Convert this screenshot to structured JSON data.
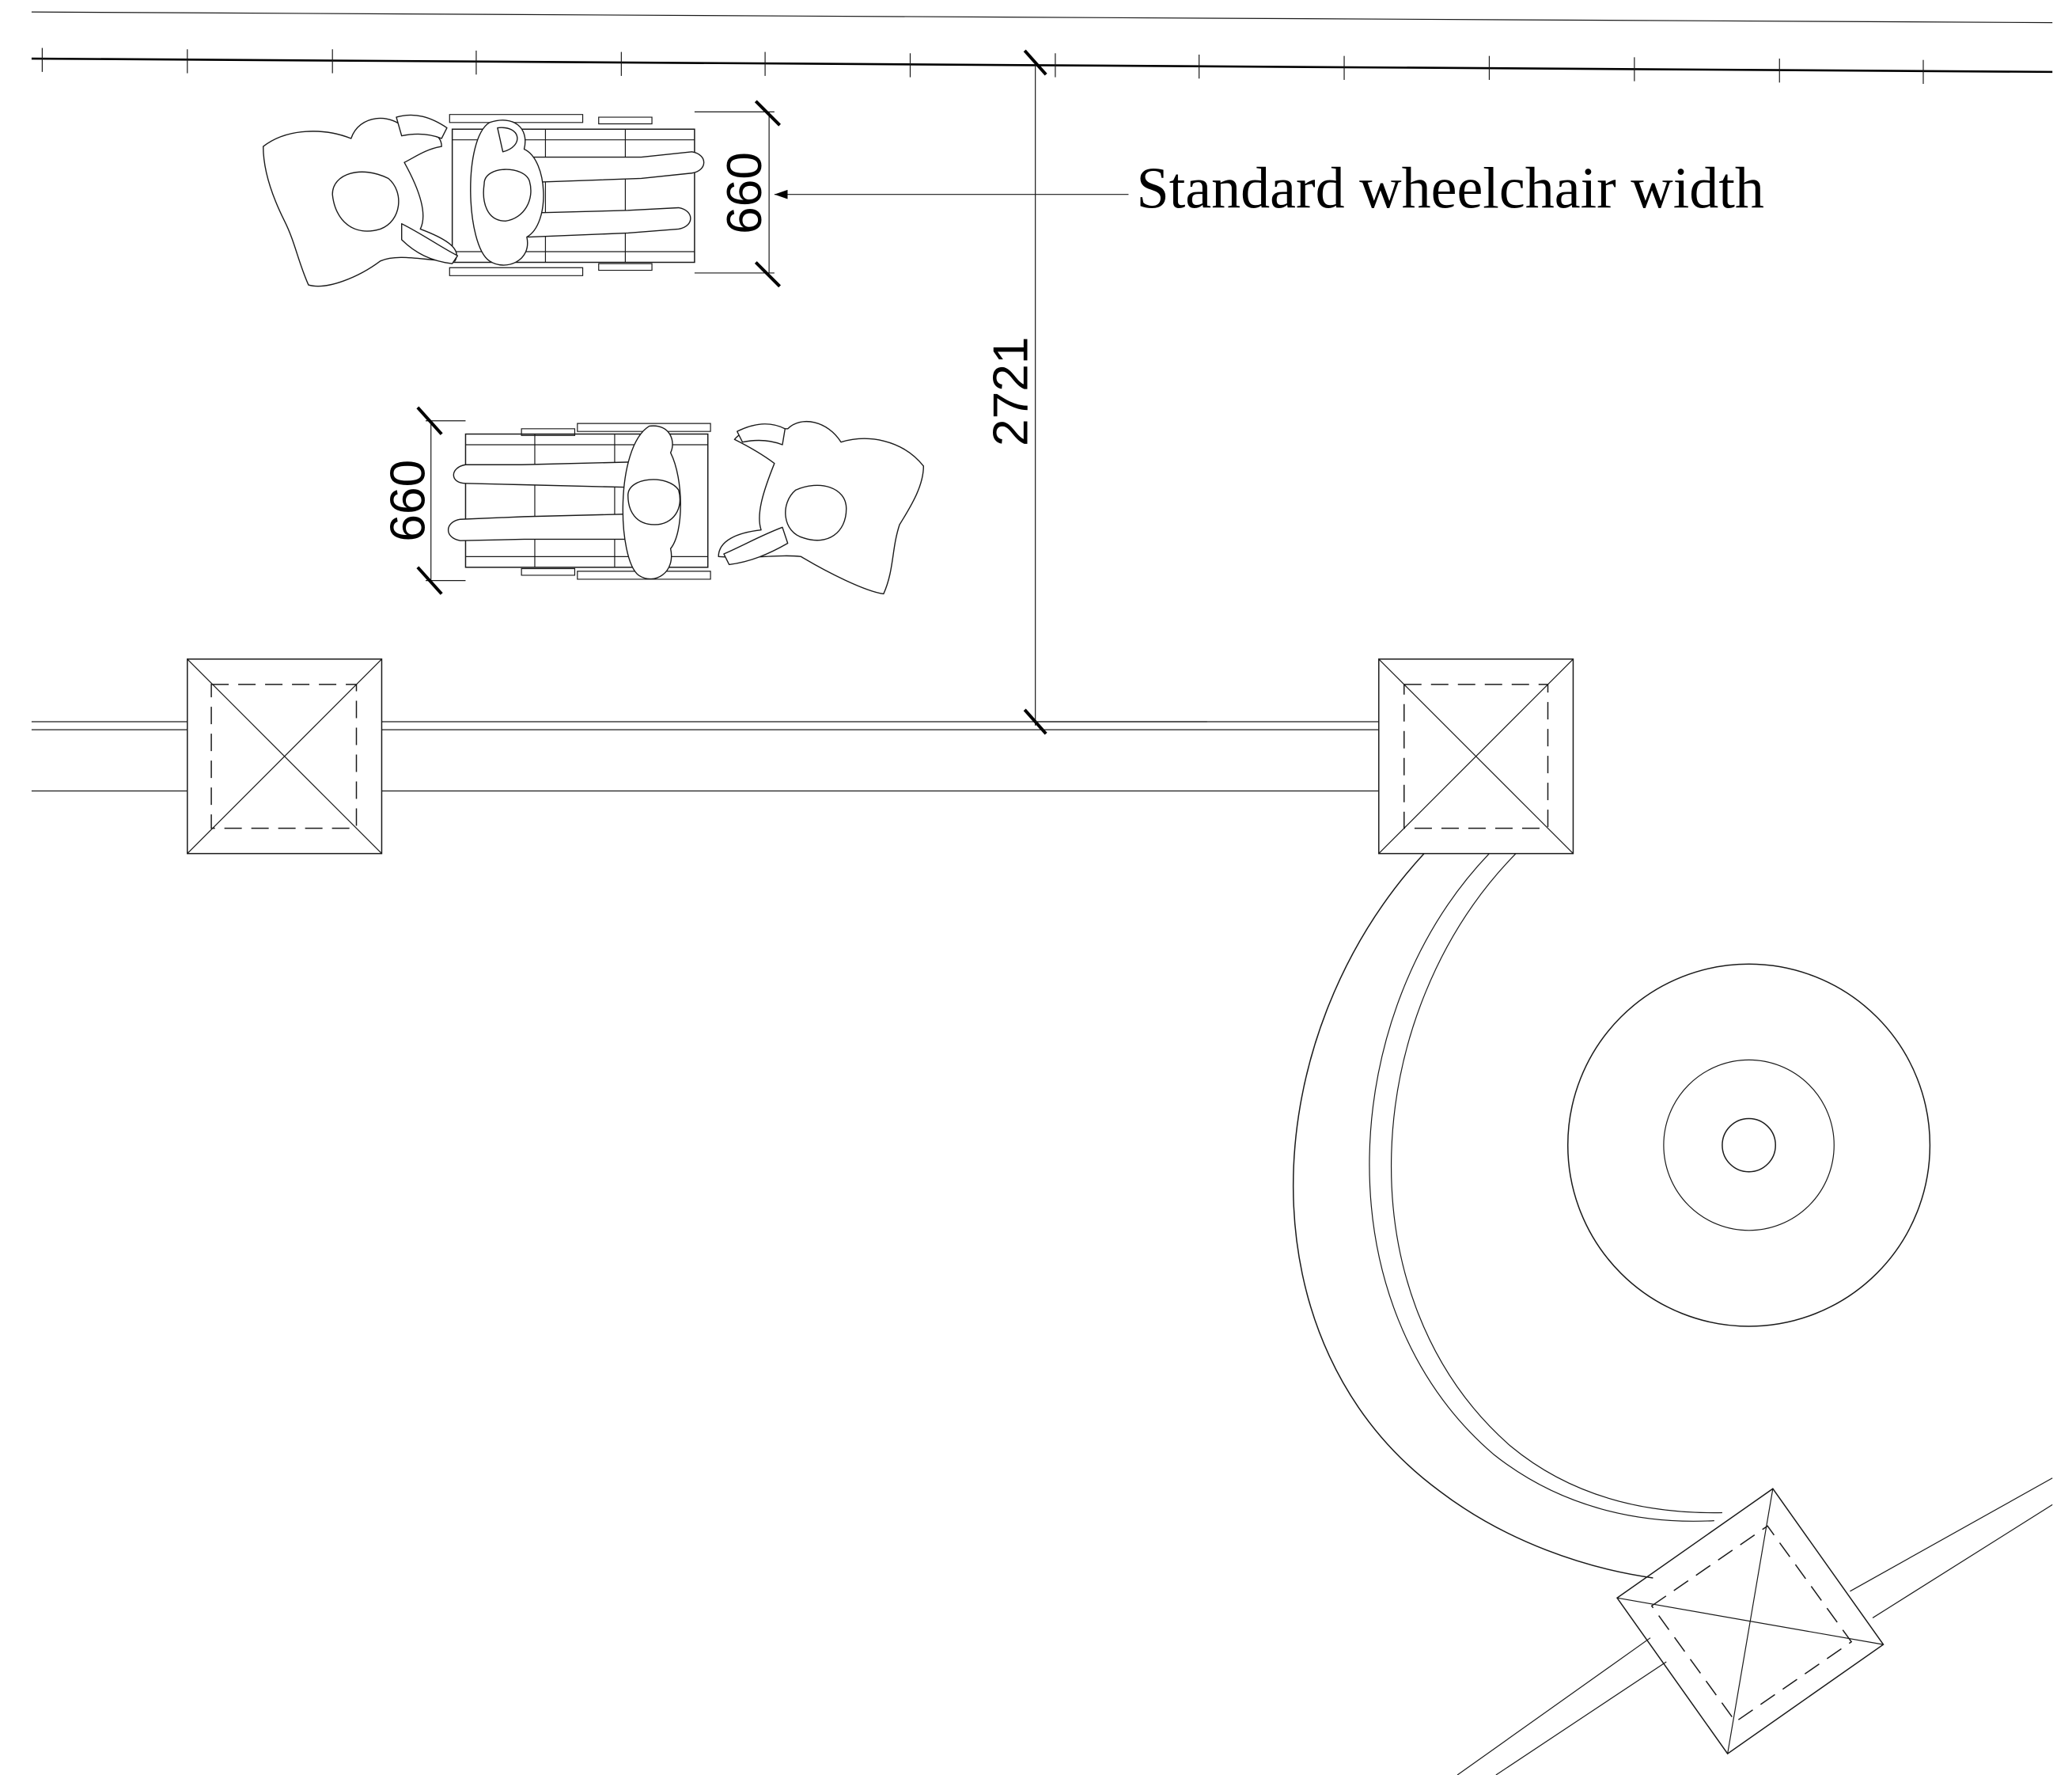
{
  "annotation": {
    "label": "Standard wheelchair width"
  },
  "dimensions": {
    "wheelchair_top_width": "660",
    "wheelchair_bottom_width": "660",
    "path_clear_width": "2721"
  }
}
